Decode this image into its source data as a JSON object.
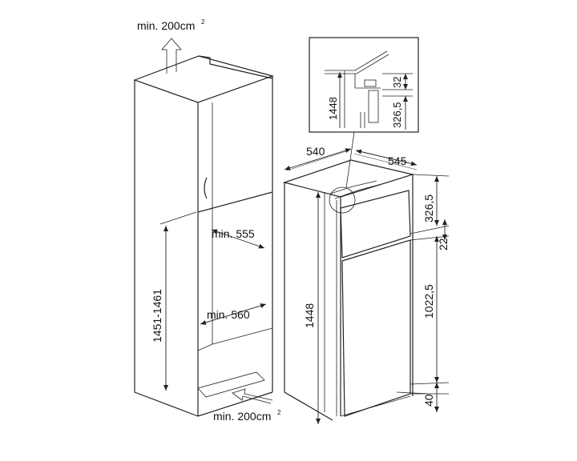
{
  "labels": {
    "vent_top": "min. 200cm",
    "vent_top_sup": "2",
    "vent_bottom": "min. 200cm",
    "vent_bottom_sup": "2",
    "niche_width_upper": "min. 555",
    "niche_width_lower": "min. 560",
    "niche_height": "1451-1461",
    "appliance_height": "1448",
    "appliance_width": "540",
    "appliance_depth": "545",
    "upper_section": "326,5",
    "gap": "22",
    "lower_section": "1022,5",
    "plinth": "40"
  },
  "detail": {
    "height": "1448",
    "dim_a": "32",
    "dim_b": "326,5"
  }
}
